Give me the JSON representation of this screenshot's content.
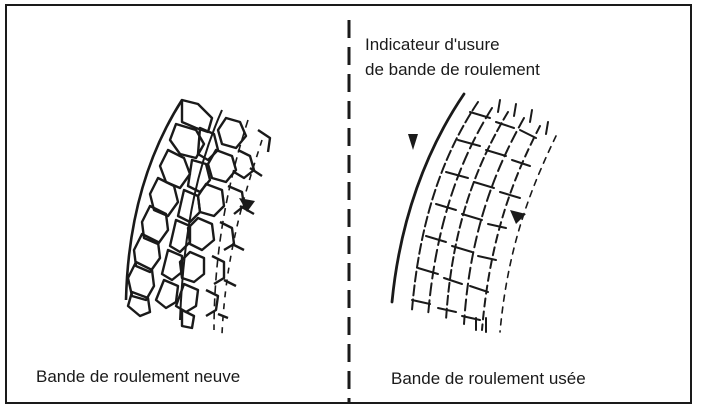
{
  "captions": {
    "new_tread": "Bande de roulement neuve",
    "worn_tread": "Bande de roulement usée"
  },
  "labels": {
    "wear_indicator_line1": "Indicateur d'usure",
    "wear_indicator_line2": "de bande de roulement"
  },
  "colors": {
    "ink": "#1a1a1a",
    "background": "#ffffff"
  },
  "icons": {
    "direction_marker": "triangle-down-icon"
  }
}
